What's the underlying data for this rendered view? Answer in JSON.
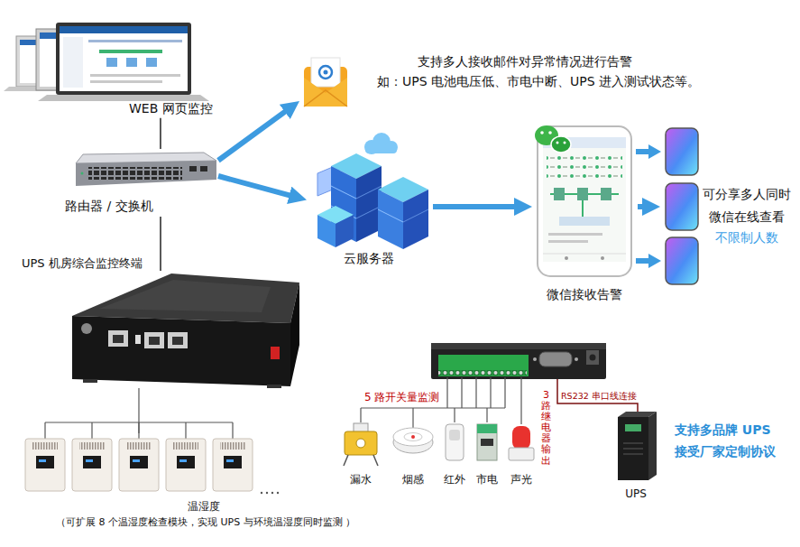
{
  "diagram": {
    "nodes": [
      {
        "text": [
          "WEB 网页监控"
        ]
      },
      {
        "text": [
          "支持多人接收邮件对异常情况进行告警",
          "如：UPS 电池电压低、市电中断、UPS 进入测试状态等。"
        ]
      },
      {
        "text": [
          "路由器 / 交换机"
        ]
      },
      {
        "text": [
          "云服务器"
        ]
      },
      {
        "text": [
          "微信接收告警"
        ]
      },
      {
        "text": [
          "可分享多人同时 微信在线查看",
          "不限制人数"
        ]
      },
      {
        "text": [
          "UPS 机房综合监控终端"
        ]
      },
      {
        "text": [
          "温湿度",
          "（可扩展 8 个温湿度检查模块，实现 UPS 与环境温湿度同时监测 ）"
        ]
      },
      {
        "text": [
          "漏水"
        ]
      },
      {
        "text": [
          "烟感"
        ]
      },
      {
        "text": [
          "红外"
        ]
      },
      {
        "text": [
          "市电"
        ]
      },
      {
        "text": [
          "声光"
        ]
      },
      {
        "text": [
          "UPS"
        ]
      }
    ],
    "edges": [
      {
        "from": 0,
        "to": 2,
        "arrow": "none"
      },
      {
        "from": 2,
        "to": 1,
        "arrow": "to"
      },
      {
        "from": 2,
        "to": 3,
        "arrow": "to"
      },
      {
        "from": 3,
        "to": 4,
        "arrow": "to"
      },
      {
        "from": 4,
        "to": 5,
        "arrow": "to"
      },
      {
        "from": 2,
        "to": 6,
        "arrow": "none"
      },
      {
        "from": 6,
        "to": 7,
        "arrow": "none"
      }
    ],
    "labels": [
      "5 路开关量监测",
      "3 路继电器输出",
      "RS232 串口线连接",
      "支持多品牌 UPS",
      "接受厂家定制协议"
    ]
  }
}
